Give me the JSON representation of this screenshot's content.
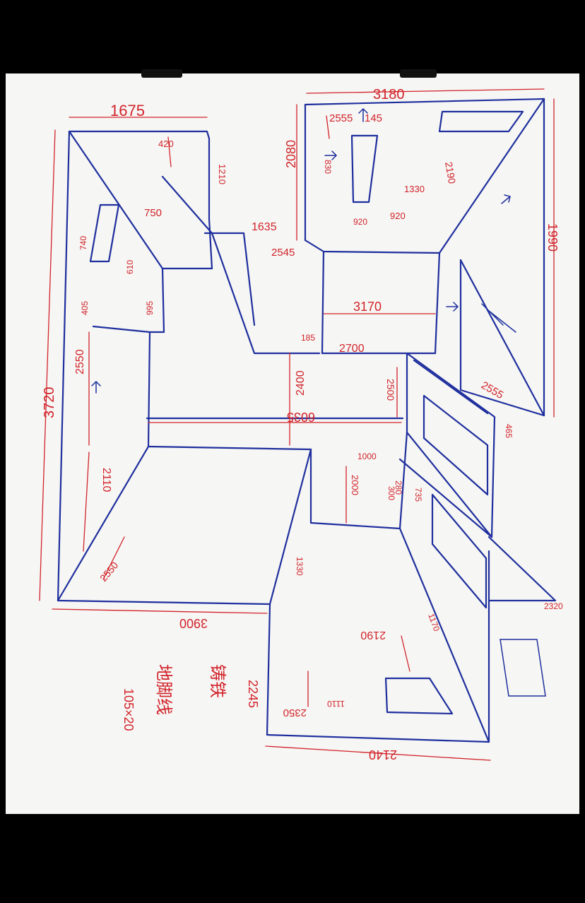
{
  "sketch": {
    "paper_color": "#f6f6f4",
    "ink_blue": "#1f2f9e",
    "ink_red": "#d2232a",
    "dimensions": [
      {
        "id": "w-top-left",
        "text": "1675"
      },
      {
        "id": "w-top-right",
        "text": "3180"
      },
      {
        "id": "h-left",
        "text": "3720"
      },
      {
        "id": "h-right",
        "text": "1990"
      },
      {
        "id": "h-back",
        "text": "2080"
      },
      {
        "id": "hall-depth",
        "text": "3170"
      },
      {
        "id": "mid-a",
        "text": "2700"
      },
      {
        "id": "mid-b",
        "text": "2400"
      },
      {
        "id": "long",
        "text": "6035"
      },
      {
        "id": "bottom-left",
        "text": "3900"
      },
      {
        "id": "bottom-right",
        "text": "2140"
      },
      {
        "id": "right-low",
        "text": "2245"
      },
      {
        "id": "left-mid",
        "text": "2550"
      },
      {
        "id": "left-low",
        "text": "2110"
      },
      {
        "id": "left-corner",
        "text": "2550"
      },
      {
        "id": "wall-top",
        "text": "2555"
      },
      {
        "id": "wall-top-b",
        "text": "145"
      },
      {
        "id": "wall-1635",
        "text": "1635"
      },
      {
        "id": "wall-2545",
        "text": "2545"
      },
      {
        "id": "w-1210",
        "text": "1210"
      },
      {
        "id": "w-750",
        "text": "750"
      },
      {
        "id": "w-420",
        "text": "420"
      },
      {
        "id": "w-830",
        "text": "830"
      },
      {
        "id": "w-1330",
        "text": "1330"
      },
      {
        "id": "w-920",
        "text": "920"
      },
      {
        "id": "w-2190",
        "text": "2190"
      },
      {
        "id": "w-920b",
        "text": "920"
      },
      {
        "id": "w-2555",
        "text": "2555"
      },
      {
        "id": "w-2500",
        "text": "2500"
      },
      {
        "id": "w-2000",
        "text": "2000"
      },
      {
        "id": "w-2190b",
        "text": "2190"
      },
      {
        "id": "w-2350",
        "text": "2350"
      },
      {
        "id": "w-1110",
        "text": "1110"
      },
      {
        "id": "w-1000",
        "text": "1000"
      },
      {
        "id": "w-1330b",
        "text": "1330"
      },
      {
        "id": "w-2320",
        "text": "2320"
      },
      {
        "id": "w-300",
        "text": "300"
      },
      {
        "id": "w-280",
        "text": "280"
      },
      {
        "id": "w-735",
        "text": "735"
      },
      {
        "id": "w-1170",
        "text": "1170"
      },
      {
        "id": "w-740",
        "text": "740"
      },
      {
        "id": "w-995",
        "text": "995"
      },
      {
        "id": "w-610",
        "text": "610"
      },
      {
        "id": "w-405",
        "text": "405"
      },
      {
        "id": "w-185",
        "text": "185"
      },
      {
        "id": "w-465",
        "text": "465"
      },
      {
        "id": "w-105x20",
        "text": "105×20"
      }
    ],
    "notes": [
      {
        "id": "note-1",
        "text": "铸铁"
      },
      {
        "id": "note-2",
        "text": "地脚线"
      }
    ]
  }
}
